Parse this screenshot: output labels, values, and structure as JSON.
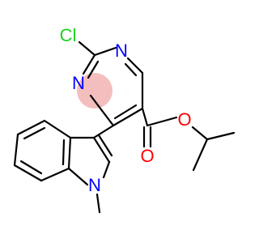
{
  "atoms": {
    "chlorine": "Cl",
    "nitrogen_top": "N",
    "nitrogen_left": "N",
    "oxygen_ester": "O",
    "oxygen_carbonyl": "O",
    "nitrogen_indole": "N"
  },
  "colors": {
    "bond": "#000000",
    "chlorine": "#1fd11f",
    "nitrogen": "#0000ff",
    "oxygen": "#ff0000",
    "highlight": "#f2b3b3"
  }
}
